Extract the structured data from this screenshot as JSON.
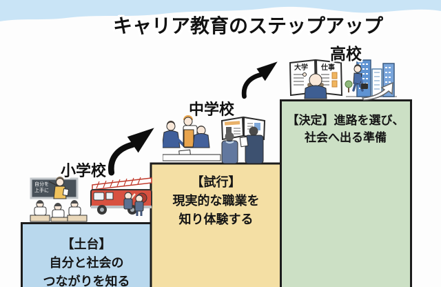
{
  "title": "キャリア教育のステップアップ",
  "colors": {
    "sky_band": "#c9e4f6",
    "elementary_box": "#b9d8ed",
    "junior_high_box": "#f4dfa4",
    "high_school_box": "#cce0c5",
    "box_border": "#1c1c1c",
    "arrow": "#0d0d0d"
  },
  "steps": [
    {
      "school": "小学校",
      "phase_lines": [
        "【土台】",
        "自分と社会の",
        "つながりを知る"
      ]
    },
    {
      "school": "中学校",
      "phase_lines": [
        "【試行】",
        "現実的な職業を",
        "知り体験する"
      ]
    },
    {
      "school": "高校",
      "phase_lines": [
        "【決定】進路を選び、",
        "社会へ出る準備"
      ]
    }
  ],
  "illustrations": {
    "elementary_blackboard_lines": [
      "自分を",
      "上手に"
    ],
    "high_school_book": {
      "left_page": "大学",
      "right_page": "仕事"
    }
  }
}
